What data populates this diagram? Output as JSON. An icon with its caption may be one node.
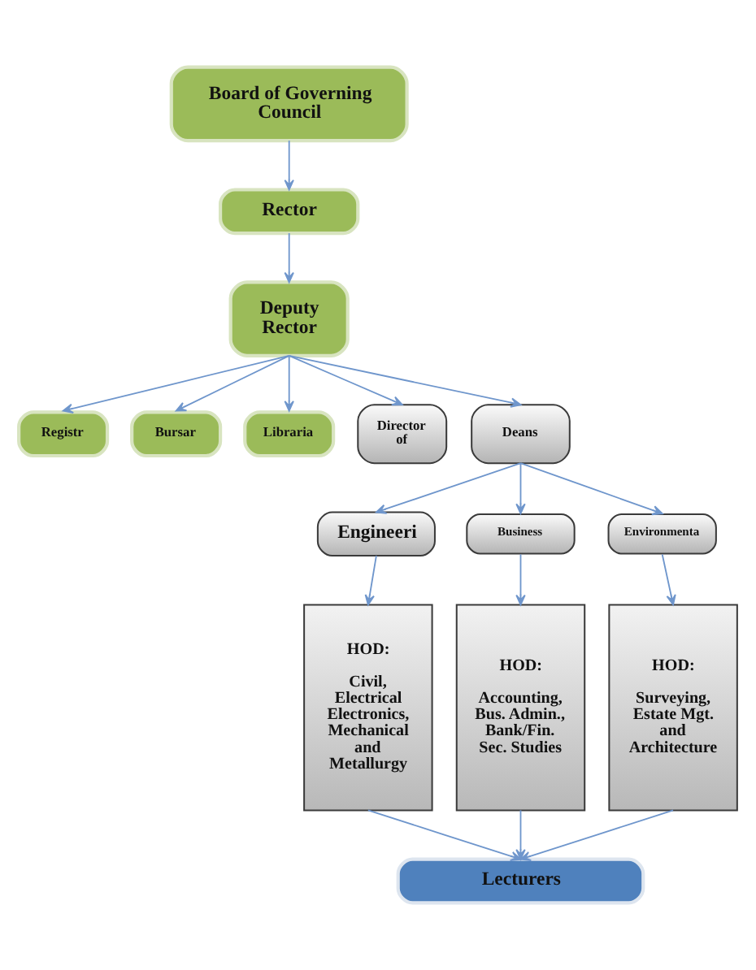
{
  "diagram": {
    "nodes": [
      {
        "text": [
          "Board of Governing Council"
        ]
      },
      {
        "text": [
          "Rector"
        ]
      },
      {
        "text": [
          "Deputy Rector"
        ]
      },
      {
        "text": [
          "Registr"
        ]
      },
      {
        "text": [
          "Bursar"
        ]
      },
      {
        "text": [
          "Libraria"
        ]
      },
      {
        "text": [
          "Director of"
        ]
      },
      {
        "text": [
          "Deans"
        ]
      },
      {
        "text": [
          "Engineeri"
        ]
      },
      {
        "text": [
          "Business"
        ]
      },
      {
        "text": [
          "Environmenta"
        ]
      },
      {
        "text": [
          "HOD:",
          "Civil, Electrical Electronics, Mechanical and Metallurgy"
        ]
      },
      {
        "text": [
          "HOD:",
          "Accounting, Bus. Admin., Bank/Fin. Sec. Studies"
        ]
      },
      {
        "text": [
          "HOD:",
          "Surveying, Estate Mgt. and Architecture"
        ]
      },
      {
        "text": [
          "Lecturers"
        ]
      }
    ],
    "edges": [
      {
        "from": 0,
        "to": 1,
        "arrow": "to"
      },
      {
        "from": 1,
        "to": 2,
        "arrow": "to"
      },
      {
        "from": 2,
        "to": 3,
        "arrow": "to"
      },
      {
        "from": 2,
        "to": 4,
        "arrow": "to"
      },
      {
        "from": 2,
        "to": 5,
        "arrow": "to"
      },
      {
        "from": 2,
        "to": 6,
        "arrow": "to"
      },
      {
        "from": 2,
        "to": 7,
        "arrow": "to"
      },
      {
        "from": 7,
        "to": 8,
        "arrow": "to"
      },
      {
        "from": 7,
        "to": 9,
        "arrow": "to"
      },
      {
        "from": 7,
        "to": 10,
        "arrow": "to"
      },
      {
        "from": 8,
        "to": 11,
        "arrow": "to"
      },
      {
        "from": 9,
        "to": 12,
        "arrow": "to"
      },
      {
        "from": 10,
        "to": 13,
        "arrow": "to"
      },
      {
        "from": 11,
        "to": 14,
        "arrow": "to"
      },
      {
        "from": 12,
        "to": 14,
        "arrow": "to"
      },
      {
        "from": 13,
        "to": 14,
        "arrow": "to"
      }
    ]
  }
}
